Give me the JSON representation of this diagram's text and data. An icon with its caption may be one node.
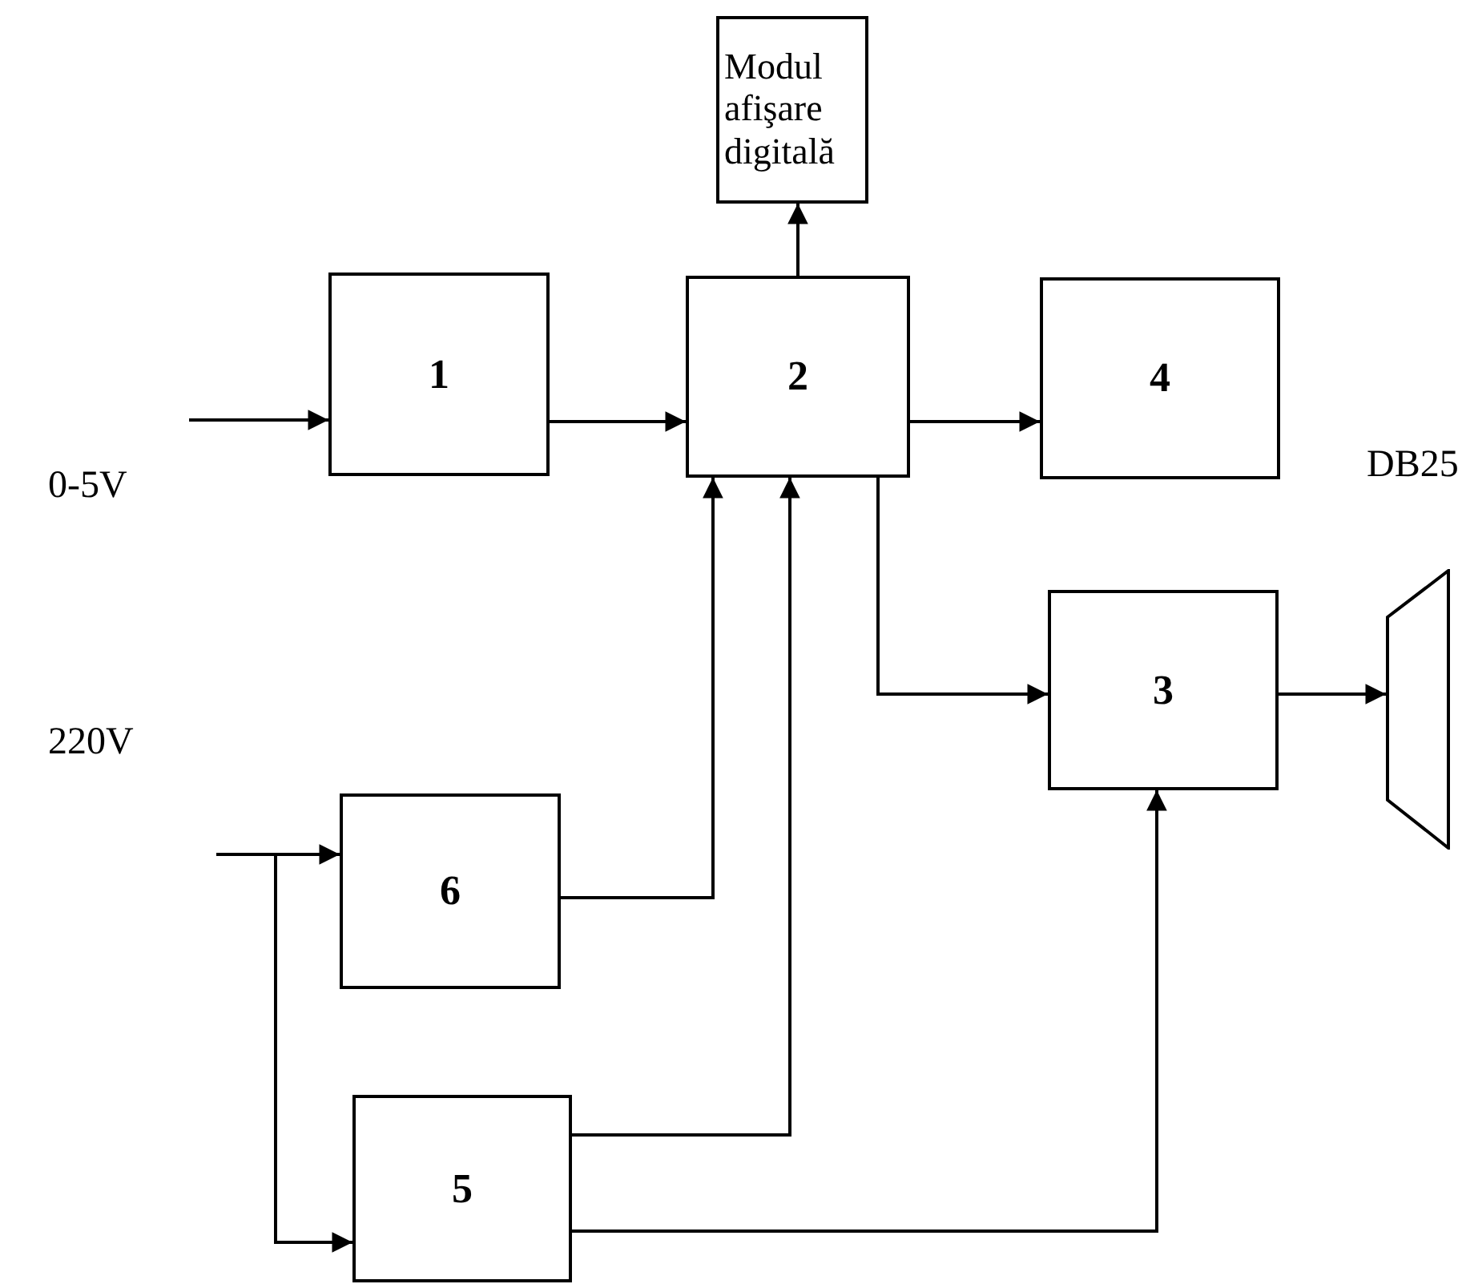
{
  "diagram": {
    "nodes": [
      {
        "text": [
          "Modul afişare digitală"
        ]
      },
      {
        "text": [
          "1"
        ]
      },
      {
        "text": [
          "2"
        ]
      },
      {
        "text": [
          "4"
        ]
      },
      {
        "text": [
          "3"
        ]
      },
      {
        "text": [
          "6"
        ]
      },
      {
        "text": [
          "5"
        ]
      },
      {
        "text": [],
        "shape": "connector",
        "beside": [
          "DB25"
        ]
      }
    ],
    "edges": [
      {
        "from": null,
        "to": 1,
        "arrow": "to"
      },
      {
        "from": 1,
        "to": 2,
        "arrow": "to"
      },
      {
        "from": 2,
        "to": 0,
        "arrow": "to"
      },
      {
        "from": 2,
        "to": 3,
        "arrow": "to"
      },
      {
        "from": 2,
        "to": 4,
        "arrow": "to"
      },
      {
        "from": 4,
        "to": 7,
        "arrow": "to"
      },
      {
        "from": 5,
        "to": 2,
        "arrow": "to"
      },
      {
        "from": 6,
        "to": 2,
        "arrow": "to"
      },
      {
        "from": 6,
        "to": 4,
        "arrow": "to"
      },
      {
        "from": null,
        "to": 5,
        "arrow": "to"
      },
      {
        "from": null,
        "to": 6,
        "arrow": "to"
      }
    ],
    "labels": [
      "0-5V",
      "220V"
    ]
  }
}
